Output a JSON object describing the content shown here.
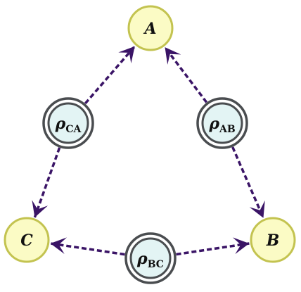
{
  "colors": {
    "party_fill": "#fbfbc5",
    "party_stroke": "#c3c350",
    "source_fill": "#e3f4f4",
    "source_stroke": "#4a4d50",
    "edge": "#3a1466",
    "text": "#111111"
  },
  "parties": {
    "A": {
      "label": "A"
    },
    "B": {
      "label": "B"
    },
    "C": {
      "label": "C"
    }
  },
  "sources": {
    "CA": {
      "symbol": "ρ",
      "sub": "CA"
    },
    "AB": {
      "symbol": "ρ",
      "sub": "AB"
    },
    "BC": {
      "symbol": "ρ",
      "sub": "BC"
    }
  },
  "edges": [
    {
      "from": "CA",
      "to": "A"
    },
    {
      "from": "CA",
      "to": "C"
    },
    {
      "from": "AB",
      "to": "A"
    },
    {
      "from": "AB",
      "to": "B"
    },
    {
      "from": "BC",
      "to": "C"
    },
    {
      "from": "BC",
      "to": "B"
    }
  ]
}
